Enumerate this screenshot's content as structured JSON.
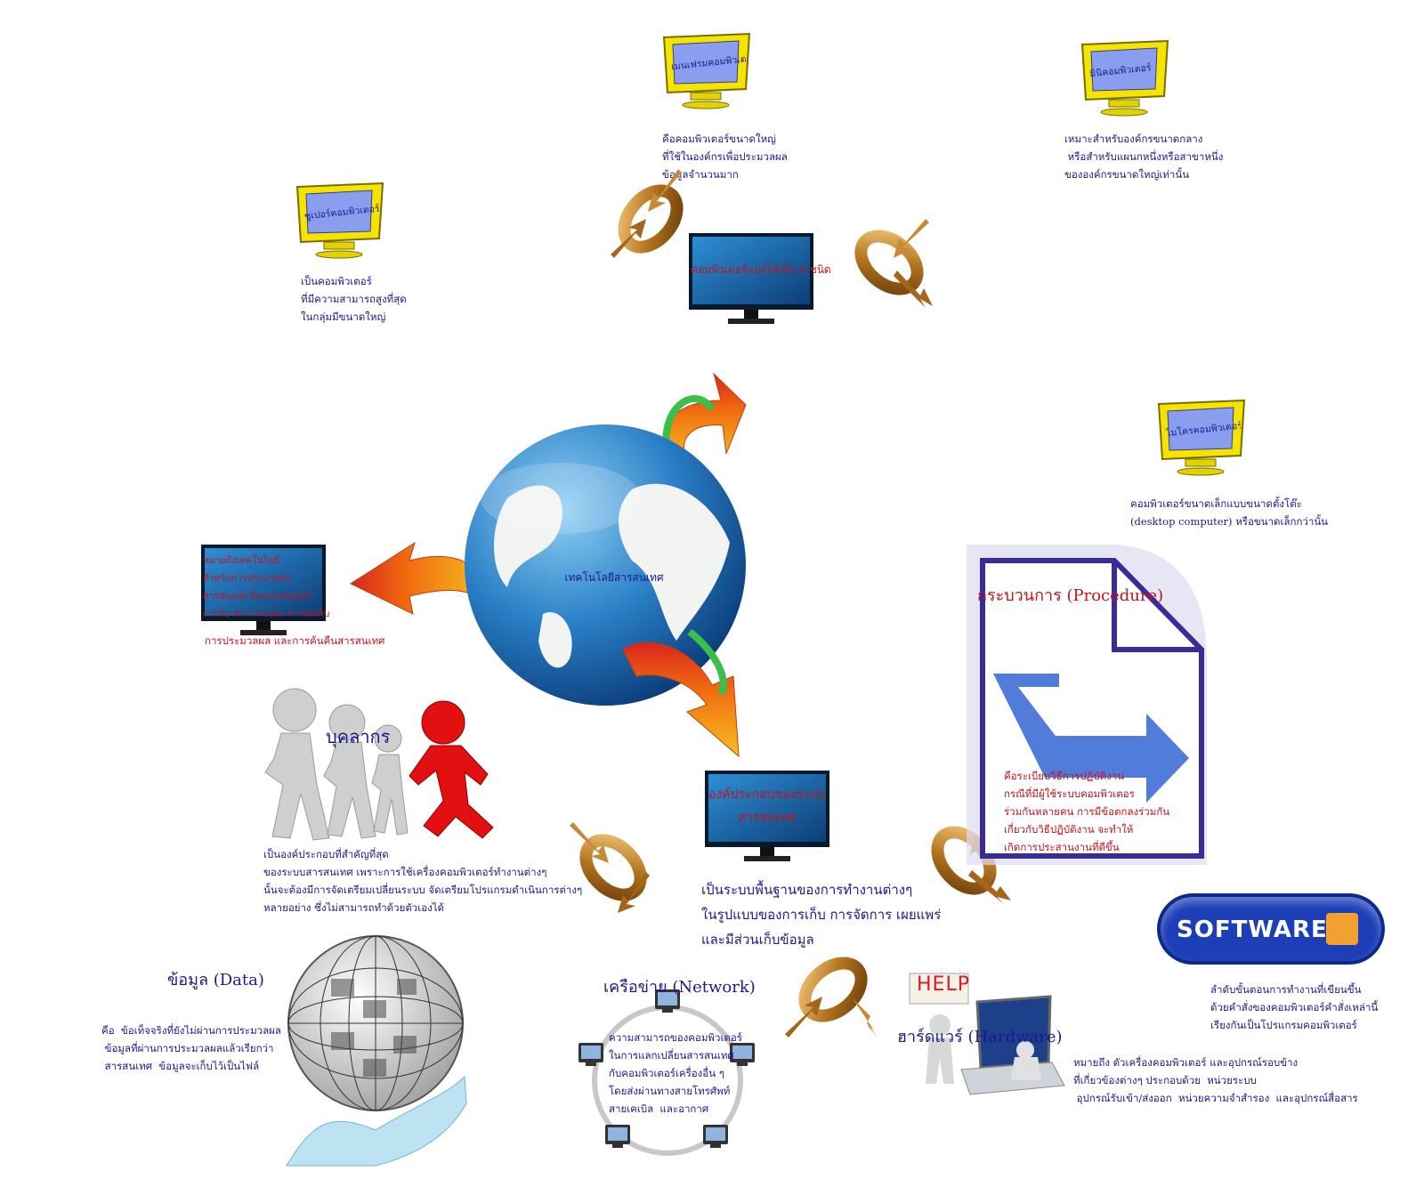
{
  "center": {
    "label": "เทคโนโลยีสารสนเทศ"
  },
  "types": {
    "title": "คอมพิวเตอร์แบ่งได้เป็น 4 ชนิด",
    "mainframe": {
      "name": "เมนเฟรมคอมพิวเตอร์",
      "desc": "คือคอมพิวเตอร์ขนาดใหญ่\nที่ใช้ในองค์กรเพื่อประมวลผล\nข้อมูลจำนวนมาก"
    },
    "mini": {
      "name": "มินิคอมพิวเตอร์",
      "desc": "เหมาะสำหรับองค์กรขนาดกลาง\n หรือสำหรับแผนกหนึ่งหรือสาขาหนึ่ง\nขององค์กรขนาดใหญ่เท่านั้น"
    },
    "super": {
      "name": "ซูเปอร์คอมพิวเตอร์",
      "desc": "เป็นคอมพิวเตอร์\nที่มีความสามารถสูงที่สุด\nในกลุ่มมีขนาดใหญ่"
    },
    "micro": {
      "name": "ไมโครคอมพิวเตอร์",
      "desc": "คอมพิวเตอร์ขนาดเล็กแบบขนาดตั้งโต๊ะ\n(desktop computer) หรือขนาดเล็กกว่านั้น"
    }
  },
  "meaning": {
    "text": "หมายถึงเทคโนโลยี\nสำหรับการประมวลผล\nสารสนเทศ ซึ่งครอบคลุมถึง\nการรับ-ส่ง การแปลง การจัดเก็บ",
    "extra": "การประมวลผล และการค้นคืนสารสนเทศ"
  },
  "components": {
    "title": "องค์ประกอบของระบบ\nสารสนเทศ",
    "desc": "เป็นระบบพื้นฐานของการทำงานต่างๆ\nในรูปแบบของการเก็บ การจัดการ เผยแพร่\nและมีส่วนเก็บข้อมูล"
  },
  "people": {
    "label": "บุคลากร",
    "desc": "เป็นองค์ประกอบที่สำคัญที่สุด\nของระบบสารสนเทศ เพราะการใช้เครื่องคอมพิวเตอร์ทำงานต่างๆ\nนั้นจะต้องมีการจัดเตรียมเปลี่ยนระบบ จัดเตรียมโปรแกรมดำเนินการต่างๆ\nหลายอย่าง ซึ่งไม่สามารถทำด้วยตัวเองได้"
  },
  "procedure": {
    "label": "กระบวนการ (Procedure)",
    "desc": "คือระเบียบวิธีการปฏิบัติงาน\nกรณีที่มีผู้ใช้ระบบคอมพิวเตอร\nร่วมกันหลายคน การมีข้อตกลงร่วมกัน\nเกี่ยวกับวิธีปฏิบัติงาน จะทำให้\nเกิดการประสานงานที่ดีขึ้น"
  },
  "data": {
    "label": "ข้อมูล (Data)",
    "desc": "คือ  ข้อเท็จจริงที่ยังไม่ผ่านการประมวลผล\n ข้อมูลที่ผ่านการประมวลผลแล้วเรียกว่า\n สารสนเทศ  ข้อมูลจะเก็บไว้เป็นไฟล์"
  },
  "network": {
    "label": "เครือข่าย (Network)",
    "desc": "ความสามารถของคอมพิวเตอร์\nในการแลกเปลี่ยนสารสนเทศ\nกับคอมพิวเตอร์เครื่องอื่น ๆ\nโดยส่งผ่านทางสายโทรศัพท์\nสายเคเบิล  และอากาศ"
  },
  "hardware": {
    "label": "ฮาร์ดแวร์  (Hardware)",
    "help": "HELP",
    "desc": "หมายถึง ตัวเครื่องคอมพิวเตอร์ และอุปกรณ์รอบข้าง\nที่เกี่ยวข้องต่างๆ ประกอบด้วย  หน่วยระบบ\n อุปกรณ์รับเข้า/ส่งออก  หน่วยความจำสำรอง  และอุปกรณ์สื่อสาร"
  },
  "software": {
    "badge": "SOFTWARE",
    "desc": "ลำดับขั้นตอนการทำงานที่เขียนขึ้น\nด้วยคำสั่งของคอมพิวเตอร์คำสั่งเหล่านี้\nเรียงกันเป็นโปรแกรมคอมพิวเตอร์"
  },
  "colors": {
    "text": "#1a1a8c",
    "red": "#c0141c",
    "monitor": "#0f4a8a",
    "yellow": "#f4e400",
    "badge": "#1c3fb8"
  }
}
